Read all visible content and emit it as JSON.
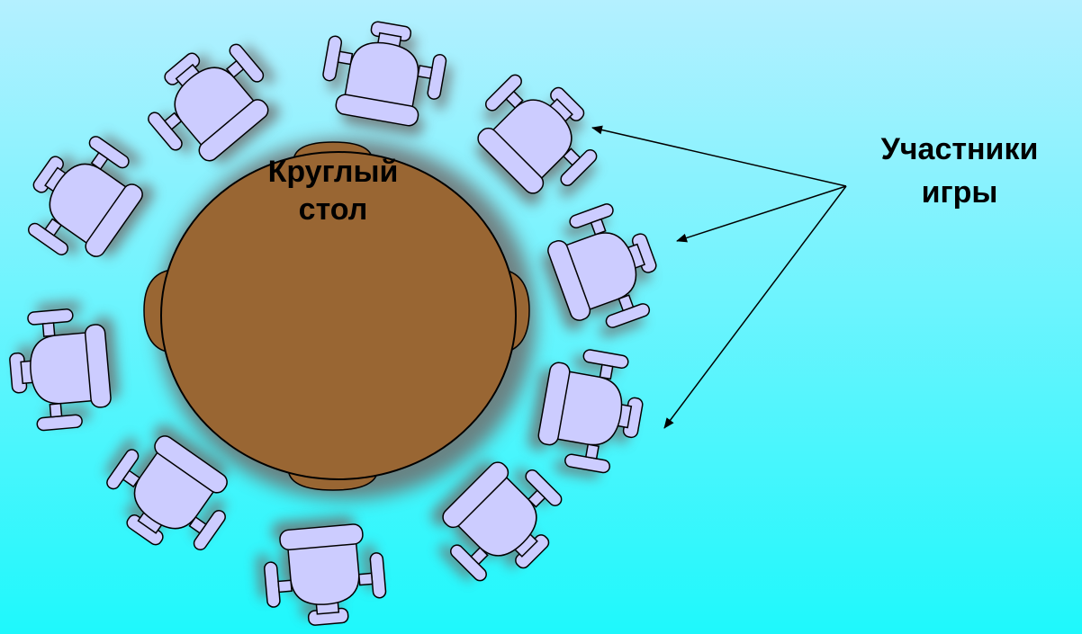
{
  "diagram": {
    "table_label": {
      "line1": "Круглый",
      "line2": "стол"
    },
    "participants_label": {
      "line1": "Участники",
      "line2": "игры"
    },
    "colors": {
      "background_top": "#b4f0ff",
      "background_bottom": "#1ef8fc",
      "table": "#996633",
      "chair": "#ccccff",
      "outline": "#000000",
      "shadow": "#6e6e6e"
    },
    "icons": [
      "round-table-icon",
      "office-chair-icon",
      "arrow-icon"
    ]
  }
}
